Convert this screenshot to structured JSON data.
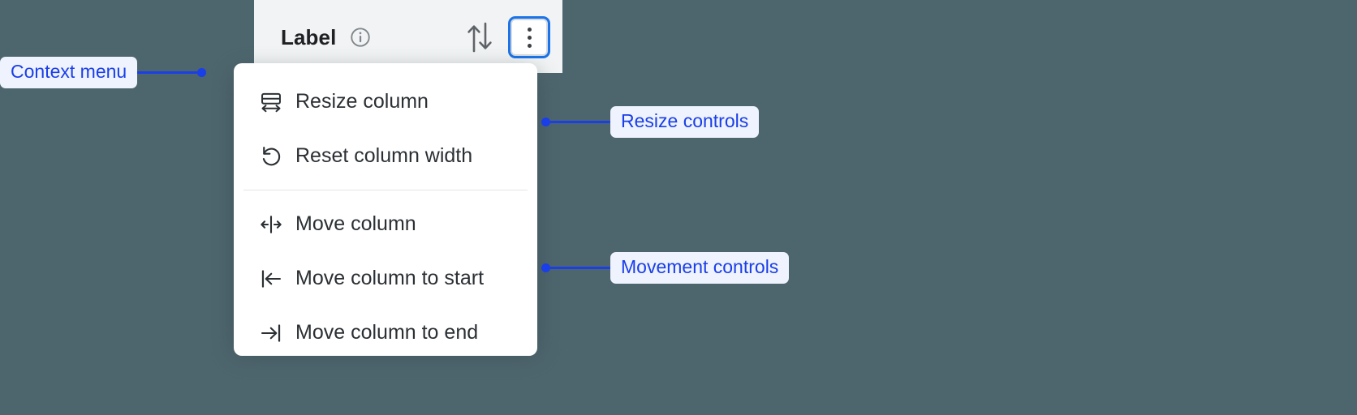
{
  "column_header": {
    "title": "Label",
    "info_icon": "info-circle-icon",
    "sort_icon": "sort-arrows-icon",
    "menu_button_icon": "kebab-menu-icon",
    "focus_ring_color": "#1a73e8",
    "background_color": "#f1f3f4"
  },
  "context_menu": {
    "background_color": "#ffffff",
    "groups": [
      {
        "name": "resize",
        "items": [
          {
            "icon": "resize-column-icon",
            "label": "Resize column"
          },
          {
            "icon": "reset-width-icon",
            "label": "Reset column width"
          }
        ]
      },
      {
        "name": "movement",
        "items": [
          {
            "icon": "move-column-icon",
            "label": "Move column"
          },
          {
            "icon": "move-to-start-icon",
            "label": "Move column to start"
          },
          {
            "icon": "move-to-end-icon",
            "label": "Move column to end"
          }
        ]
      }
    ]
  },
  "annotations": [
    {
      "id": "context",
      "label": "Context menu"
    },
    {
      "id": "resize",
      "label": "Resize controls"
    },
    {
      "id": "movement",
      "label": "Movement controls"
    }
  ],
  "colors": {
    "page_background": "#4d656d",
    "annotation_text": "#1a3ee8",
    "annotation_pill_background": "#eef3fe",
    "menu_text": "#2b3034"
  }
}
